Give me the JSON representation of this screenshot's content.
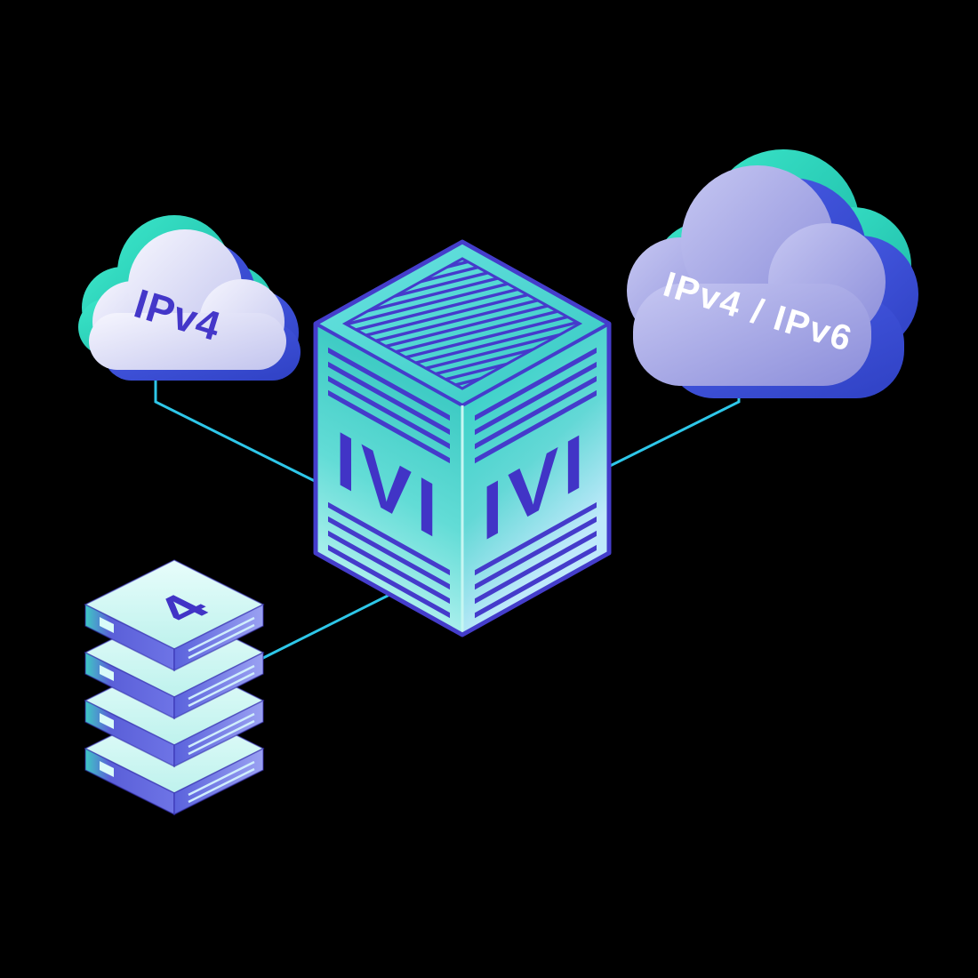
{
  "clouds": {
    "left": {
      "label": "IPv4",
      "label_color": "#4437c9"
    },
    "right": {
      "label": "IPv4 / IPv6",
      "label_color": "#ffffff"
    }
  },
  "translator": {
    "left_face_label": "IVI",
    "right_face_label": "IVI",
    "label_color": "#4134c6"
  },
  "server_stack": {
    "top_label": "4",
    "label_color": "#4134c6",
    "unit_count": 4
  },
  "style": {
    "background": "#000000",
    "connector_color": "#2ec7e9",
    "teal_face": "#3fd0c8",
    "indigo_edge": "#453bcb",
    "cloud_left_body": "#d9daf3",
    "cloud_right_body": "#a6a8e4",
    "accent_teal": "#2bd9be",
    "accent_blue": "#4053d6"
  }
}
